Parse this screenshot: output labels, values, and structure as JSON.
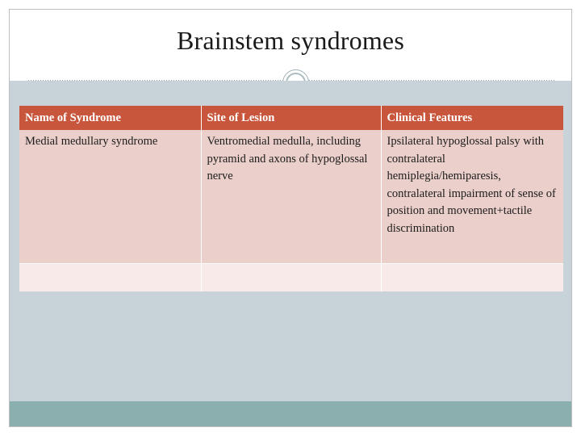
{
  "slide": {
    "title": "Brainstem syndromes",
    "colors": {
      "header_fill": "#c8563c",
      "header_text": "#ffffff",
      "row_a_fill": "#ebcfca",
      "row_b_fill": "#f7eae8",
      "body_background": "#c7d2d9",
      "footer_bar": "#8bafae",
      "title_text": "#1a1a1a",
      "slide_border": "#b9bfc2"
    },
    "decorations": {
      "divider": "dotted-rule",
      "ring": "double-circle-ornament"
    }
  },
  "table": {
    "columns": [
      "Name of Syndrome",
      "Site of Lesion",
      "Clinical Features"
    ],
    "rows": [
      {
        "name_of_syndrome": "Medial medullary syndrome",
        "site_of_lesion": "Ventromedial medulla, including pyramid and axons of hypoglossal nerve",
        "clinical_features": "Ipsilateral hypoglossal palsy with contralateral hemiplegia/hemiparesis, contralateral impairment of sense of position and movement+tactile discrimination"
      },
      {
        "name_of_syndrome": "",
        "site_of_lesion": "",
        "clinical_features": ""
      }
    ]
  }
}
